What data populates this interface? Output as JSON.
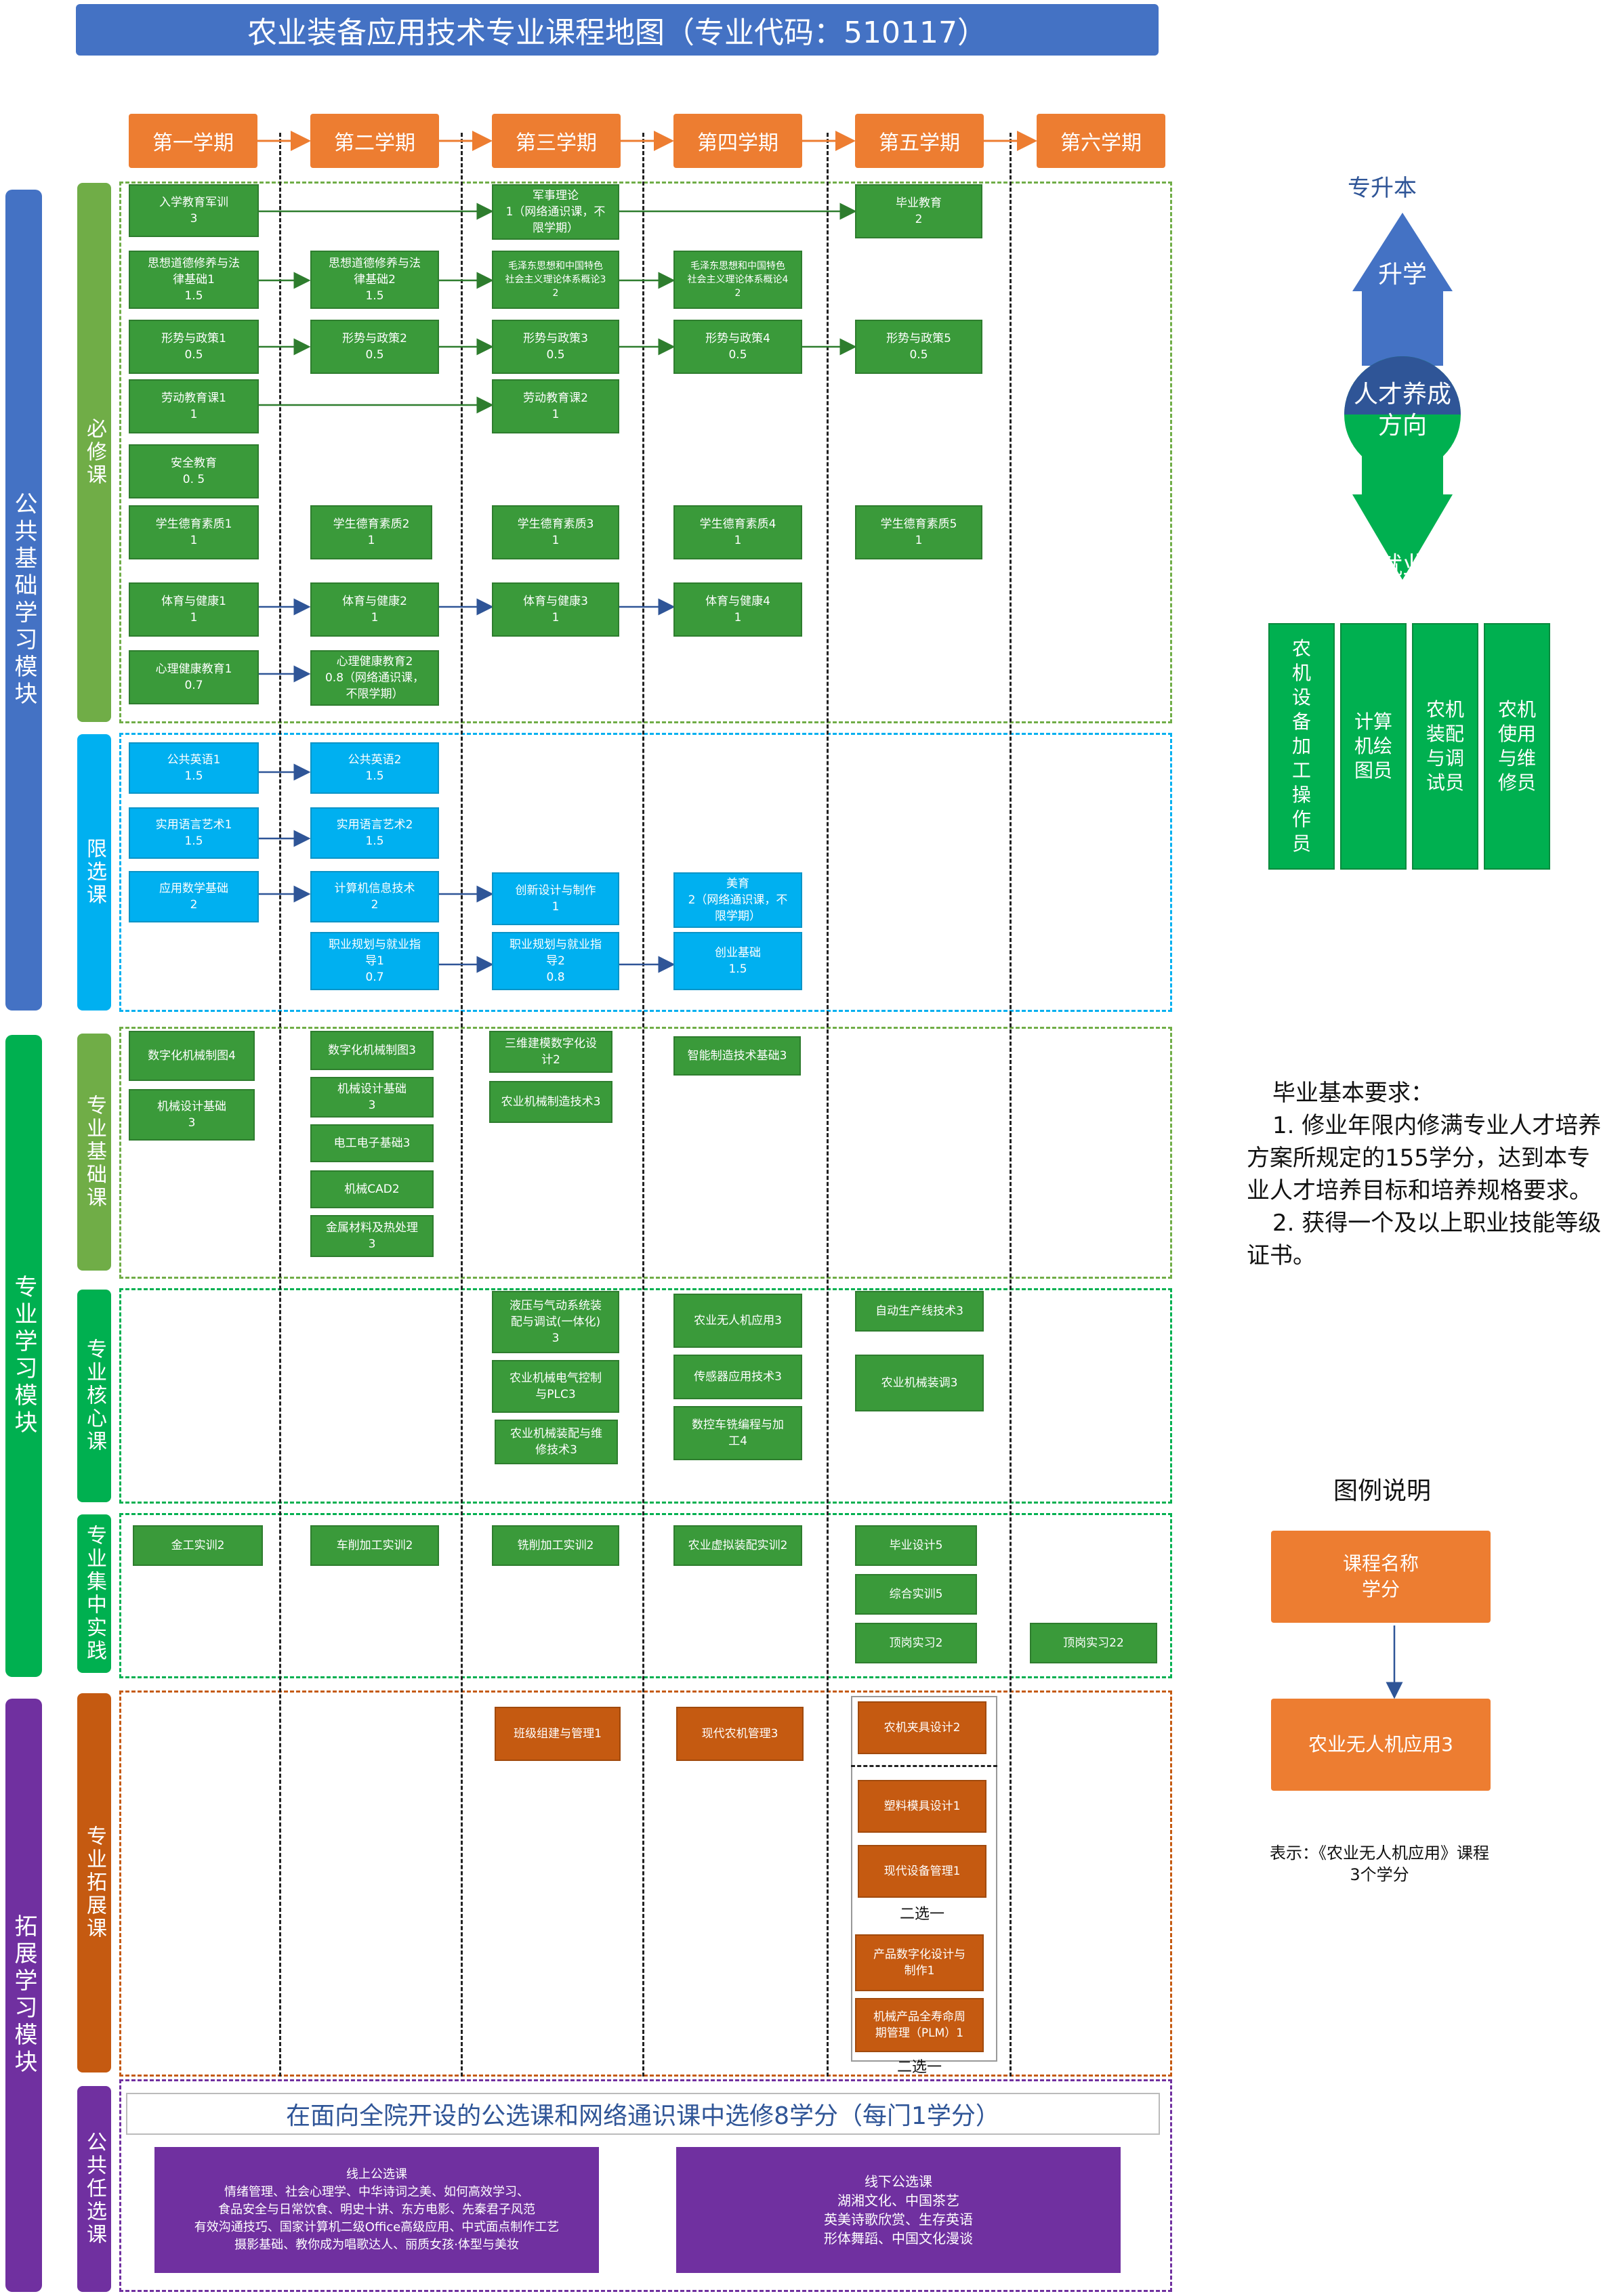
{
  "title": "农业装备应用技术专业课程地图（专业代码：510117）",
  "semesters": [
    "第一学期",
    "第二学期",
    "第三学期",
    "第四学期",
    "第五学期",
    "第六学期"
  ],
  "modules": {
    "public": "公共基础学习模块",
    "professional": "专业学习模块",
    "extension": "拓展学习模块"
  },
  "submodules": {
    "required": "必修课",
    "limited": "限选课",
    "basic": "专业基础课",
    "core": "专业核心课",
    "practice": "专业集中实践",
    "ext": "专业拓展课",
    "elective": "公共任选课"
  },
  "courses": {
    "ruxue": "入学教育军训\n3",
    "junshi": "军事理论\n1（网络通识课，不\n限学期）",
    "biye": "毕业教育\n2",
    "sixiang1": "思想道德修养与法\n律基础1\n1.5",
    "sixiang2": "思想道德修养与法\n律基础2\n1.5",
    "mao3": "毛泽东思想和中国特色\n社会主义理论体系概论3\n2",
    "mao4": "毛泽东思想和中国特色\n社会主义理论体系概论4\n2",
    "xs1": "形势与政策1\n0.5",
    "xs2": "形势与政策2\n0.5",
    "xs3": "形势与政策3\n0.5",
    "xs4": "形势与政策4\n0.5",
    "xs5": "形势与政策5\n0.5",
    "ld1": "劳动教育课1\n1",
    "ld2": "劳动教育课2\n1",
    "anquan": "安全教育\n0. 5",
    "dy1": "学生德育素质1\n1",
    "dy2": "学生德育素质2\n1",
    "dy3": "学生德育素质3\n1",
    "dy4": "学生德育素质4\n1",
    "dy5": "学生德育素质5\n1",
    "ty1": "体育与健康1\n1",
    "ty2": "体育与健康2\n1",
    "ty3": "体育与健康3\n1",
    "ty4": "体育与健康4\n1",
    "xl1": "心理健康教育1\n0.7",
    "xl2": "心理健康教育2\n0.8（网络通识课，\n不限学期）",
    "yy1": "公共英语1\n1.5",
    "yy2": "公共英语2\n1.5",
    "sy1": "实用语言艺术1\n1.5",
    "sy2": "实用语言艺术2\n1.5",
    "sx": "应用数学基础\n2",
    "jsj": "计算机信息技术\n2",
    "cx": "创新设计与制作\n1",
    "my": "美育\n2（网络通识课，不\n限学期）",
    "zy1": "职业规划与就业指\n导1\n0.7",
    "zy2": "职业规划与就业指\n导2\n0.8",
    "cy": "创业基础\n1.5",
    "zt4": "数字化机械制图4",
    "jxsj": "机械设计基础\n3",
    "zt3": "数字化机械制图3",
    "jxsj2": "机械设计基础\n3",
    "dg": "电工电子基础3",
    "cad": "机械CAD2",
    "jscl": "金属材料及热处理\n3",
    "sw": "三维建模数字化设\n计2",
    "zz": "农业机械制造技术3",
    "zn": "智能制造技术基础3",
    "yy": "液压与气动系统装\n配与调试(一体化)\n3",
    "plc": "农业机械电气控制\n与PLC3",
    "zp": "农业机械装配与维\n修技术3",
    "wrj": "农业无人机应用3",
    "cgq": "传感器应用技术3",
    "sk": "数控车铣编程与加\n工4",
    "zdsc": "自动生产线技术3",
    "zt": "农业机械装调3",
    "jg": "金工实训2",
    "cx2": "车削加工实训2",
    "xx": "铣削加工实训2",
    "xn": "农业虚拟装配实训2",
    "bs": "毕业设计5",
    "zh": "综合实训5",
    "dg5": "顶岗实习2",
    "dg6": "顶岗实习22",
    "bj": "班级组建与管理1",
    "xd": "现代农机管理3",
    "jj": "农机夹具设计2",
    "sl": "塑料模具设计1",
    "xdsb": "现代设备管理1",
    "cp": "产品数字化设计与\n制作1",
    "plm": "机械产品全寿命周\n期管理（PLM）1"
  },
  "choose_one": "二选一",
  "elective": {
    "banner": "在面向全院开设的公选课和网络通识课中选修8学分（每门1学分）",
    "online": "线上公选课\n情绪管理、社会心理学、中华诗词之美、如何高效学习、\n食品安全与日常饮食、明史十讲、东方电影、先秦君子风范\n有效沟通技巧、国家计算机二级Office高级应用、中式面点制作工艺\n摄影基础、教你成为唱歌达人、丽质女孩·体型与美妆",
    "offline": "线下公选课\n湖湘文化、中国茶艺\n英美诗歌欣赏、生存英语\n形体舞蹈、中国文化漫谈"
  },
  "direction": {
    "up_top": "专升本",
    "up": "升学",
    "center": "人才养成\n方向",
    "down": "就业",
    "jobs": [
      "农机设备加工操作员",
      "计算机绘图员",
      "农机装配与调试员",
      "农机使用与维修员"
    ]
  },
  "requirements": {
    "title": "毕业基本要求：",
    "item1": "1. 修业年限内修满专业人才培养方案所规定的155学分，达到本专业人才培养目标和培养规格要求。",
    "item2": "2. 获得一个及以上职业技能等级证书。"
  },
  "legend": {
    "title": "图例说明",
    "box1": "课程名称\n学分",
    "box2": "农业无人机应用3",
    "desc": "表示：《农业无人机应用》课程\n3个学分"
  },
  "colors": {
    "blue": "#4472c4",
    "orange": "#ed7d31",
    "green": "#70ad47",
    "sky": "#00b0f0",
    "rust": "#c55a11",
    "purple": "#7030a0",
    "job_green": "#00b050"
  }
}
